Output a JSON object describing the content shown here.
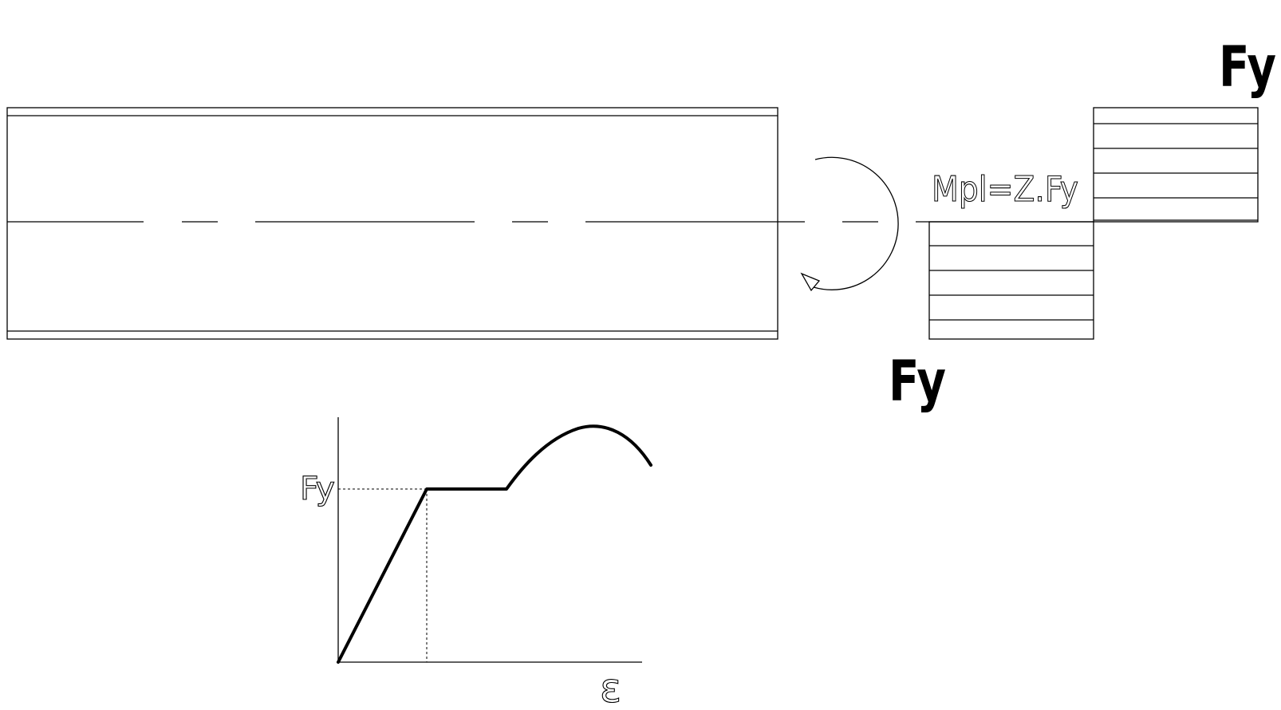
{
  "labels": {
    "fy_top_right": "Fy",
    "fy_bottom": "Fy",
    "moment": "Mpl=Z.Fy",
    "fy_axis": "Fy",
    "strain_axis": "ε"
  },
  "colors": {
    "ink": "#000000",
    "background": "#ffffff"
  }
}
